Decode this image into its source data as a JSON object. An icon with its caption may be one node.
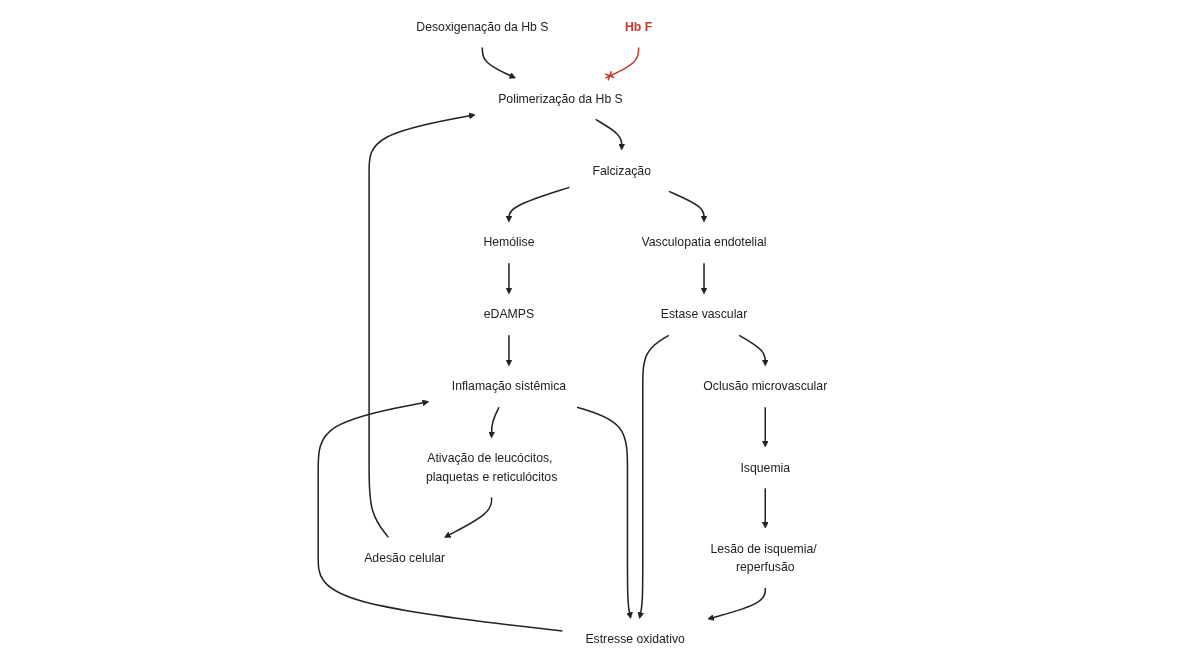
{
  "diagram": {
    "nodes": [
      {
        "text": [
          "Hb F"
        ]
      },
      {
        "text": [
          "Desoxigenação da Hb S"
        ]
      },
      {
        "text": [
          "Polimerização da Hb S"
        ]
      },
      {
        "text": [
          "Falcização"
        ]
      },
      {
        "text": [
          "Hemólise"
        ]
      },
      {
        "text": [
          "eDAMPS"
        ]
      },
      {
        "text": [
          "Inflamação sistêmica"
        ]
      },
      {
        "text": [
          "Vasculopatia endotelial"
        ]
      },
      {
        "text": [
          "Estase vascular"
        ]
      },
      {
        "text": [
          "Oclusão microvascular"
        ]
      },
      {
        "text": [
          "Isquemia"
        ]
      },
      {
        "text": [
          "Lesão de isquemia/ reperfusão"
        ]
      },
      {
        "text": [
          "Estresse oxidativo"
        ]
      },
      {
        "text": [
          "Ativação de leucócitos, plaquetas e reticulócitos"
        ]
      },
      {
        "text": [
          "Adesão celular"
        ]
      }
    ],
    "edges": [
      {
        "from": 0,
        "to": 2,
        "arrow": "other",
        "color": "#c0392b"
      },
      {
        "from": 1,
        "to": 2,
        "arrow": "to"
      },
      {
        "from": 2,
        "to": 3,
        "arrow": "to"
      },
      {
        "from": 3,
        "to": 4,
        "arrow": "to"
      },
      {
        "from": 4,
        "to": 5,
        "arrow": "to"
      },
      {
        "from": 5,
        "to": 6,
        "arrow": "to"
      },
      {
        "from": 3,
        "to": 7,
        "arrow": "to"
      },
      {
        "from": 7,
        "to": 8,
        "arrow": "to"
      },
      {
        "from": 8,
        "to": 9,
        "arrow": "to"
      },
      {
        "from": 9,
        "to": 10,
        "arrow": "to"
      },
      {
        "from": 10,
        "to": 11,
        "arrow": "to"
      },
      {
        "from": 11,
        "to": 12,
        "arrow": "to"
      },
      {
        "from": 8,
        "to": 12,
        "arrow": "to"
      },
      {
        "from": 12,
        "to": 6,
        "arrow": "to"
      },
      {
        "from": 6,
        "to": 12,
        "arrow": "to"
      },
      {
        "from": 6,
        "to": 13,
        "arrow": "to"
      },
      {
        "from": 13,
        "to": 14,
        "arrow": "to"
      },
      {
        "from": 14,
        "to": 2,
        "arrow": "to"
      }
    ]
  }
}
